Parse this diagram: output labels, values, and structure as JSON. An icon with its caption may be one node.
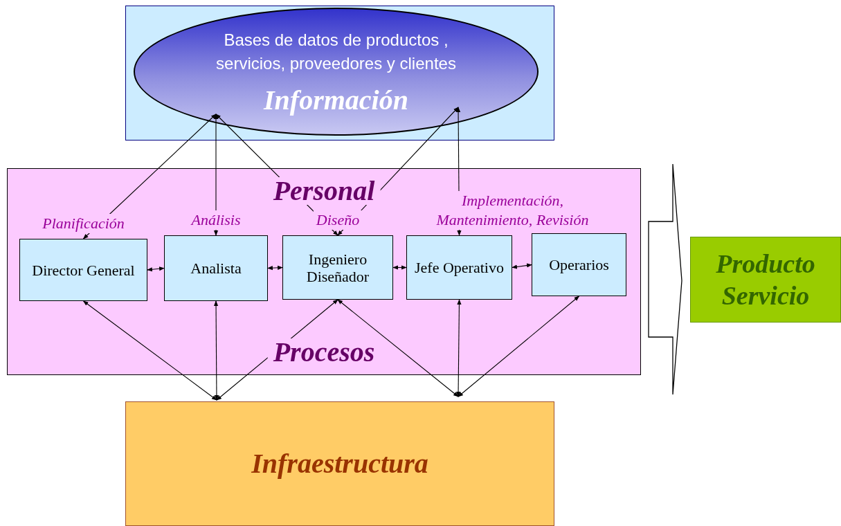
{
  "diagram": {
    "nodes": [
      {
        "text": [],
        "shape": "box"
      },
      {
        "text": [
          "Bases de datos de productos , servicios, proveedores y  clientes",
          "Información"
        ],
        "in": 0
      },
      {
        "text": [
          "Personal",
          "Procesos"
        ]
      },
      {
        "text": [
          "Director General"
        ],
        "in": 2,
        "beside": [
          "Planificación"
        ]
      },
      {
        "text": [
          "Analista"
        ],
        "in": 2,
        "beside": [
          "Análisis"
        ]
      },
      {
        "text": [
          "Ingeniero Diseñador"
        ],
        "in": 2,
        "beside": [
          "Diseño"
        ]
      },
      {
        "text": [
          "Jefe Operativo"
        ],
        "in": 2,
        "beside": [
          "Implementación, Mantenimiento, Revisión"
        ]
      },
      {
        "text": [
          "Operarios"
        ],
        "in": 2
      },
      {
        "text": [
          "Producto Servicio"
        ]
      },
      {
        "text": [
          "Infraestructura"
        ]
      }
    ],
    "edges": [
      {
        "from": 1,
        "to": 3,
        "arrow": "both"
      },
      {
        "from": 1,
        "to": 4,
        "arrow": "both"
      },
      {
        "from": 1,
        "to": 5,
        "arrow": "both"
      },
      {
        "from": 1,
        "to": 5,
        "arrow": "both"
      },
      {
        "from": 1,
        "to": 6,
        "arrow": "both"
      },
      {
        "from": 3,
        "to": 4,
        "arrow": "both"
      },
      {
        "from": 4,
        "to": 5,
        "arrow": "both"
      },
      {
        "from": 5,
        "to": 6,
        "arrow": "both"
      },
      {
        "from": 6,
        "to": 7,
        "arrow": "both"
      },
      {
        "from": 9,
        "to": 3,
        "arrow": "both"
      },
      {
        "from": 9,
        "to": 4,
        "arrow": "both"
      },
      {
        "from": 9,
        "to": 5,
        "arrow": "both"
      },
      {
        "from": 9,
        "to": 5,
        "arrow": "both"
      },
      {
        "from": 9,
        "to": 6,
        "arrow": "both"
      },
      {
        "from": 9,
        "to": 7,
        "arrow": "both"
      },
      {
        "from": 2,
        "to": 8,
        "arrow": "to",
        "style": "thick"
      }
    ]
  }
}
